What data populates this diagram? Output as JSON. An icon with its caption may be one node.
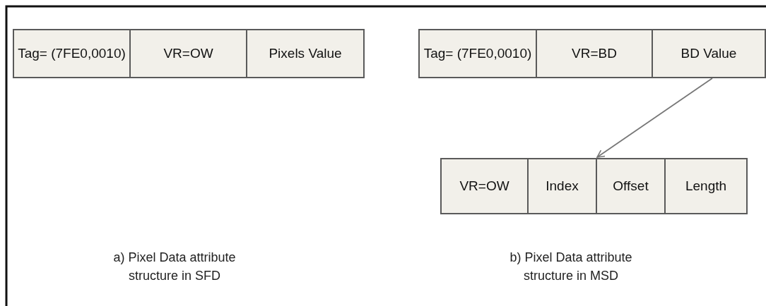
{
  "diagram": {
    "nodes": [
      {
        "text": [
          "Tag= (7FE0,0010)"
        ]
      },
      {
        "text": [
          "VR=OW"
        ]
      },
      {
        "text": [
          "Pixels Value"
        ]
      },
      {
        "text": [
          "Tag= (7FE0,0010)"
        ]
      },
      {
        "text": [
          "VR=BD"
        ]
      },
      {
        "text": [
          "BD Value"
        ]
      },
      {
        "text": [
          "VR=OW"
        ]
      },
      {
        "text": [
          "Index"
        ]
      },
      {
        "text": [
          "Offset"
        ]
      },
      {
        "text": [
          "Length"
        ]
      }
    ],
    "edges": [
      {
        "from": 5,
        "to": 7,
        "arrow": "to"
      }
    ],
    "labels": [
      "a) Pixel Data attribute structure in SFD",
      "b) Pixel Data attribute structure in MSD"
    ]
  }
}
